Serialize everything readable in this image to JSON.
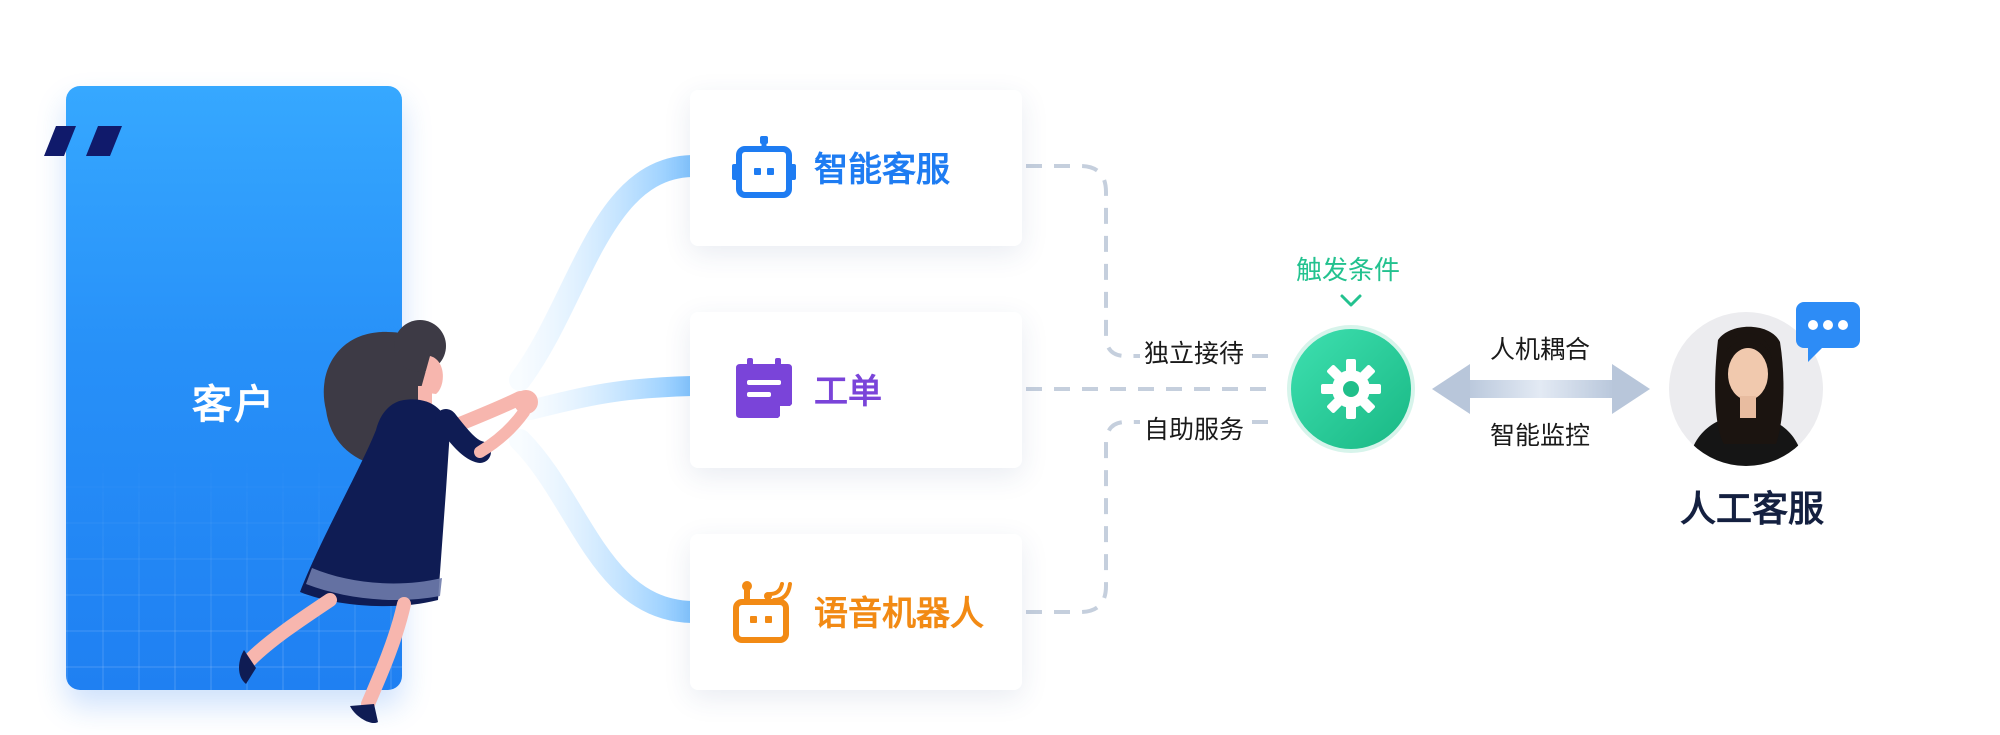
{
  "customer": {
    "label": "客户"
  },
  "channels": [
    {
      "id": "smart-service",
      "label": "智能客服",
      "color": "#1e7cf2",
      "icon": "robot-icon"
    },
    {
      "id": "ticket",
      "label": "工单",
      "color": "#7a44d9",
      "icon": "ticket-icon"
    },
    {
      "id": "voice-robot",
      "label": "语音机器人",
      "color": "#f28a14",
      "icon": "voice-robot-icon"
    }
  ],
  "connector": {
    "trigger_label": "触发条件",
    "top_label": "独立接待",
    "bottom_label": "自助服务",
    "hub_icon": "gear-icon",
    "hub_color": "#23c28f"
  },
  "link": {
    "top_label": "人机耦合",
    "bottom_label": "智能监控"
  },
  "agent": {
    "label": "人工客服",
    "badge_icon": "chat-bubble-icon",
    "badge_color": "#2d8cf6"
  }
}
